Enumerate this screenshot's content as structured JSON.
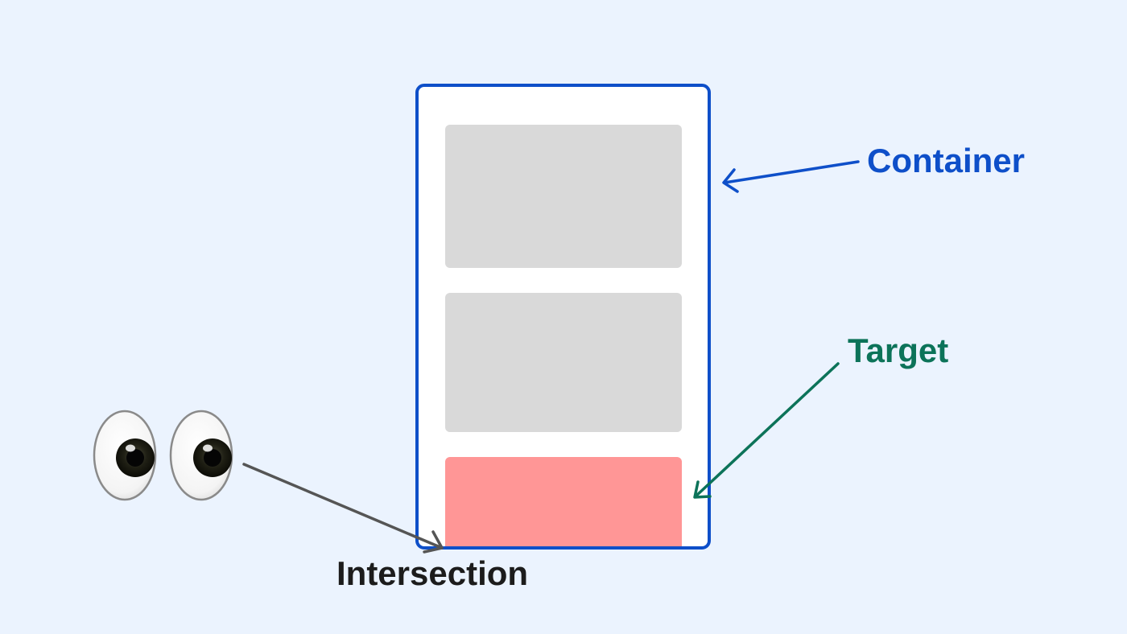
{
  "labels": {
    "container": "Container",
    "target": "Target",
    "intersection": "Intersection"
  },
  "colors": {
    "background": "#EBF3FE",
    "container_border": "#0E4FC9",
    "container_fill": "#FFFFFF",
    "placeholder_fill": "#D9D9D9",
    "target_fill": "#FF9696",
    "container_label": "#0E4FC9",
    "target_label": "#0C7359",
    "intersection_label": "#1C1C1C",
    "intersection_arrow": "#555555"
  },
  "icons": {
    "observer": "eyes-icon"
  },
  "nodes": [
    {
      "id": "container",
      "kind": "viewport",
      "label_ref": "container"
    },
    {
      "id": "card-1",
      "kind": "placeholder"
    },
    {
      "id": "card-2",
      "kind": "placeholder"
    },
    {
      "id": "target",
      "kind": "target",
      "label_ref": "target"
    }
  ],
  "edges": [
    {
      "from": "container-label",
      "to": "container",
      "kind": "pointer"
    },
    {
      "from": "target-label",
      "to": "target",
      "kind": "pointer"
    },
    {
      "from": "observer",
      "to": "intersection-point",
      "kind": "pointer"
    }
  ]
}
